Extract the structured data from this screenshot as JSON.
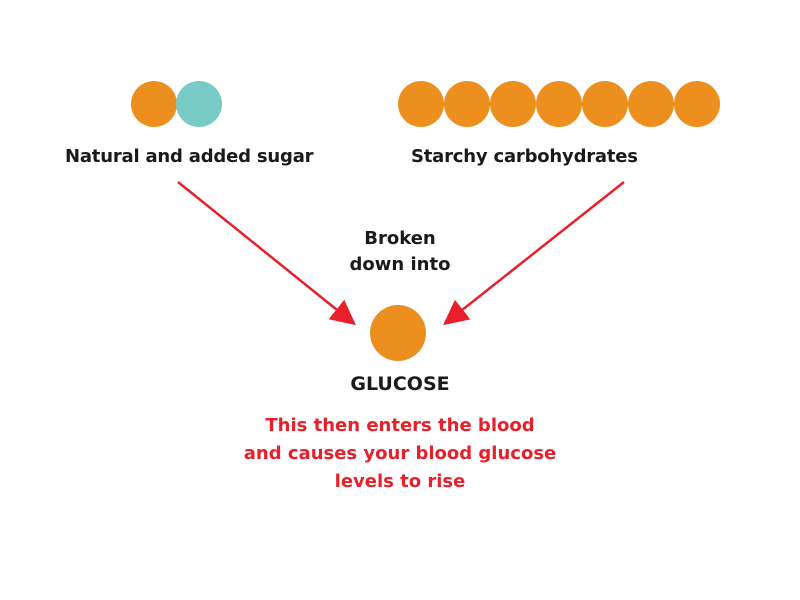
{
  "colors": {
    "orange": "#ed8f1f",
    "teal": "#79cbc6",
    "arrow_red": "#e8202a",
    "text_dark": "#1a1a1a",
    "text_red": "#e8202a"
  },
  "sugar": {
    "label": "Natural and added sugar",
    "molecules": [
      "orange",
      "teal"
    ]
  },
  "starch": {
    "label": "Starchy carbohydrates",
    "molecules": [
      "orange",
      "orange",
      "orange",
      "orange",
      "orange",
      "orange",
      "orange"
    ]
  },
  "process": {
    "line1": "Broken",
    "line2": "down into"
  },
  "glucose": {
    "label": "GLUCOSE",
    "molecule": "orange"
  },
  "effect": {
    "line1": "This then enters the blood",
    "line2": "and causes your blood glucose",
    "line3": "levels to rise"
  }
}
